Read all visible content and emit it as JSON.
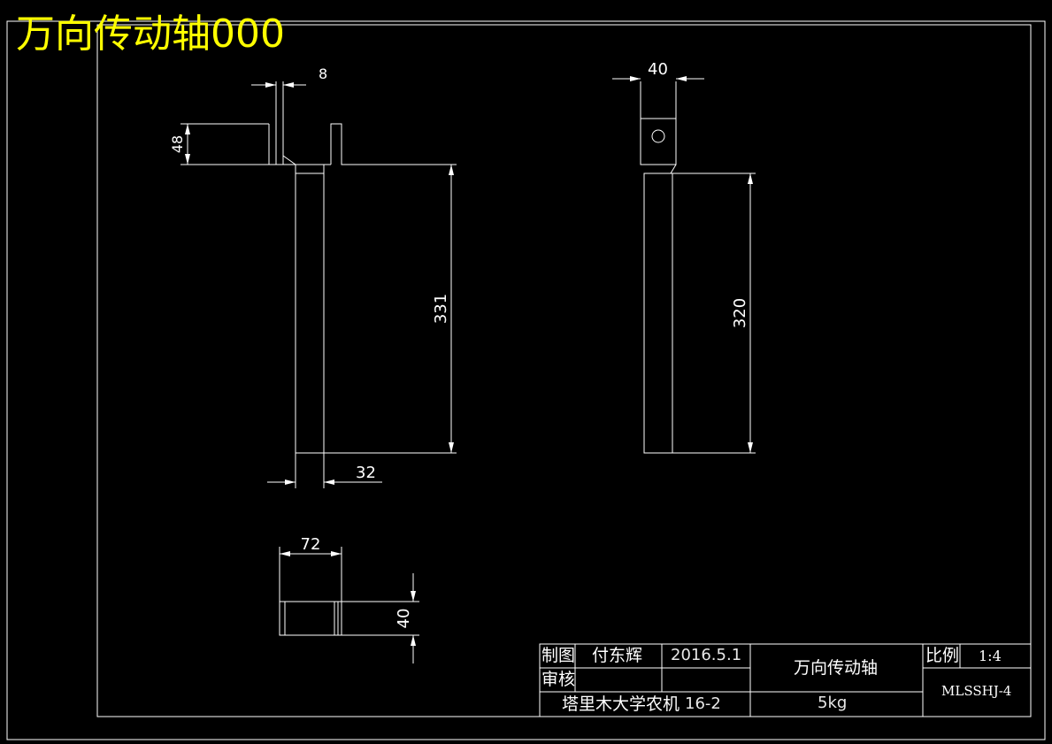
{
  "drawing": {
    "title": "万向传动轴000",
    "dimensions": {
      "top_width": "8",
      "flange_height": "48",
      "main_height": "331",
      "main_width": "32",
      "right_top_width": "40",
      "right_height": "320",
      "bottom_width": "72",
      "bottom_height": "40"
    }
  },
  "title_block": {
    "drawn_label": "制图",
    "drawn_name": "付东辉",
    "date": "2016.5.1",
    "check_label": "审核",
    "part_name": "万向传动轴",
    "scale_label": "比例",
    "scale_value": "1:4",
    "school": "塔里木大学农机",
    "class_code": "16-2",
    "weight": "5kg",
    "drawing_code": "MLSSHJ-4"
  },
  "colors": {
    "background": "#000000",
    "lines": "#ffffff",
    "title": "#ffff00"
  }
}
